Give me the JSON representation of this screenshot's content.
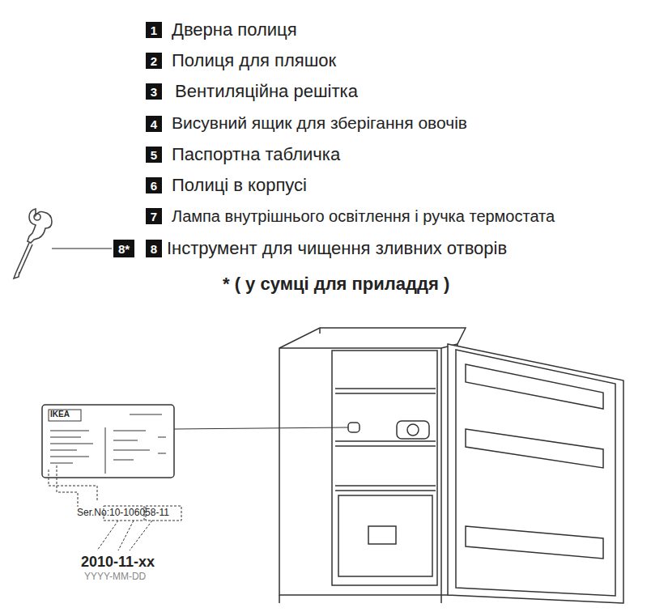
{
  "diagram": {
    "nodes": [
      {
        "text": [
          "1"
        ]
      },
      {
        "text": [
          "2"
        ]
      },
      {
        "text": [
          "3"
        ]
      },
      {
        "text": [
          "4"
        ]
      },
      {
        "text": [
          "5"
        ]
      },
      {
        "text": [
          "6"
        ]
      },
      {
        "text": [
          "7"
        ]
      },
      {
        "text": [
          "8*"
        ]
      },
      {
        "text": [
          "8"
        ]
      }
    ],
    "labels": [
      "Дверна полиця",
      "Полиця для пляшок",
      "Вентиляційна решітка",
      "Висувний ящик для зберігання овочів",
      "Паспортна табличка",
      "Полиці в корпусі",
      "Лампа внутрішнього освітлення і ручка термостата",
      "Інструмент для чищення зливних отворів",
      "* ( у сумці для приладдя )",
      "IKEA",
      "Ser.No:10-106058-11",
      "2010-11-xx",
      "YYYY-MM-DD"
    ]
  }
}
